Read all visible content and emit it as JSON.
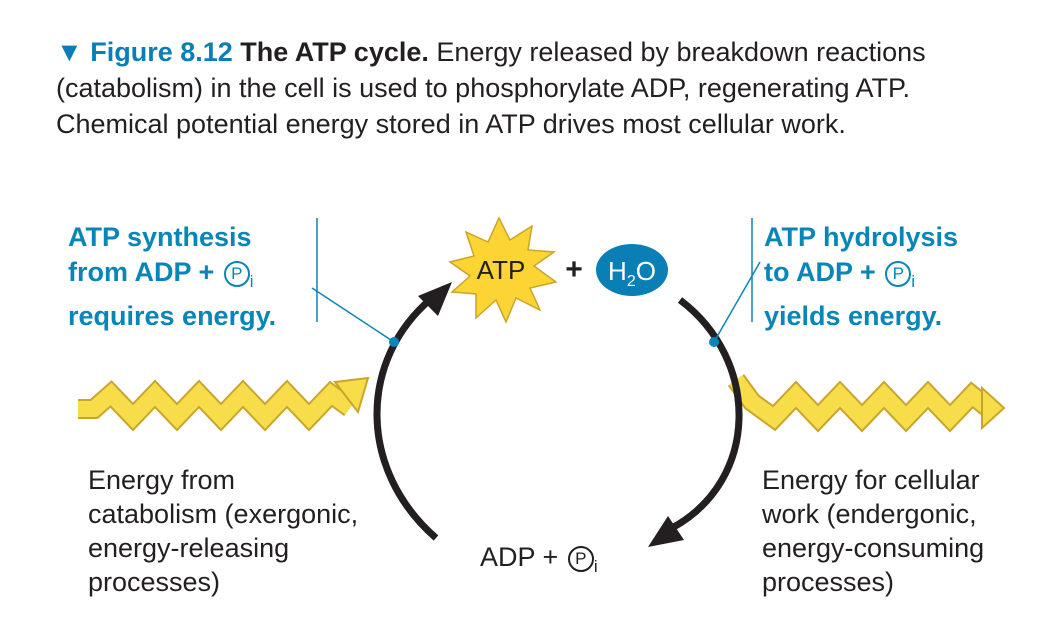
{
  "caption": {
    "figure_label": "▼ Figure 8.12",
    "title": "The ATP cycle.",
    "text": " Energy released by breakdown reactions (catabolism) in the cell is used to phosphorylate ADP, regenerating ATP. Chemical potential energy stored in ATP drives most cellular work."
  },
  "left_blue": {
    "line1": "ATP synthesis",
    "line2": "from ADP + ",
    "line3": "requires energy."
  },
  "right_blue": {
    "line1": "ATP hydrolysis",
    "line2": "to ADP + ",
    "line3": "yields energy."
  },
  "symbols": {
    "p": "P",
    "i": "i"
  },
  "top": {
    "atp": "ATP",
    "plus": "+",
    "h": "H",
    "two": "2",
    "o": "O"
  },
  "bottom": {
    "adp": "ADP + "
  },
  "left_text": [
    "Energy from",
    "catabolism (exergonic,",
    "energy-releasing",
    "processes)"
  ],
  "right_text": [
    "Energy for cellular",
    "work (endergonic,",
    "energy-consuming",
    "processes)"
  ],
  "colors": {
    "accent_blue": "#0a85b8",
    "starburst": "#fcd535",
    "zigzag": "#f8dd4a",
    "water_oval": "#0a7fb5"
  }
}
